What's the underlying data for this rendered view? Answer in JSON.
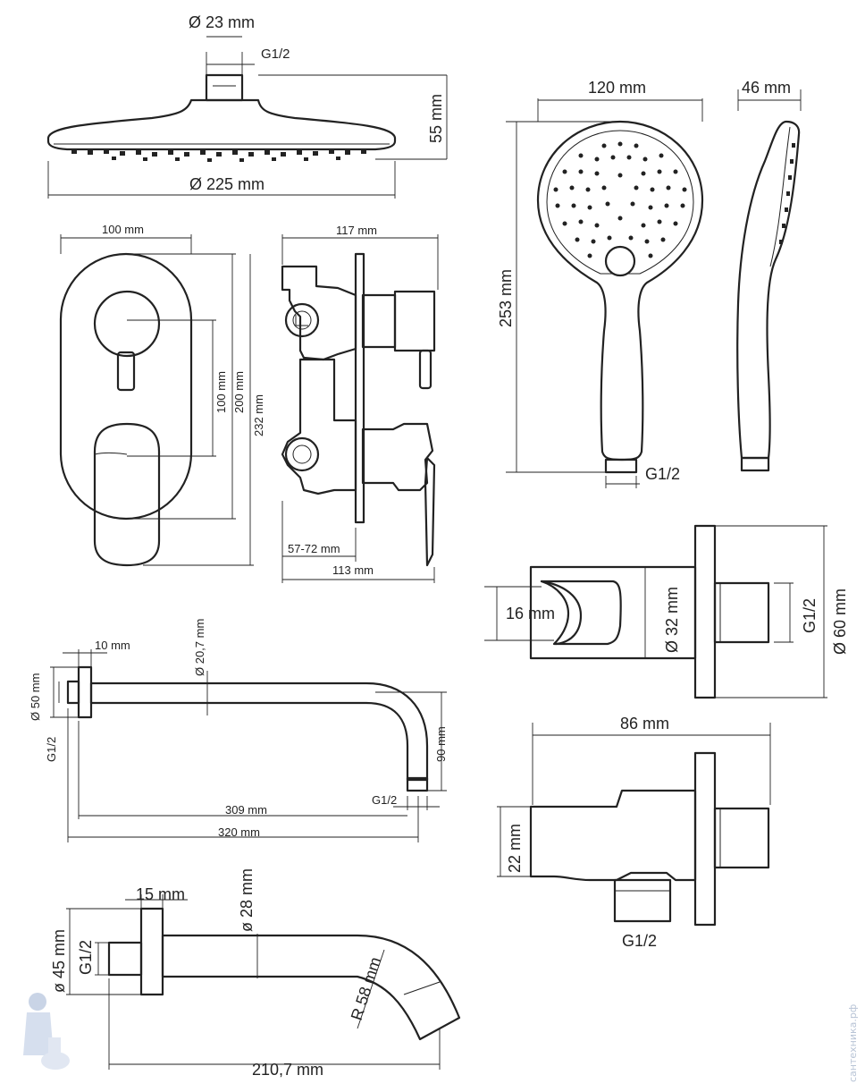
{
  "labels": {
    "head_conn_diam": "Ø 23 mm",
    "head_thread": "G1/2",
    "head_height": "55 mm",
    "head_diam": "Ø 225 mm",
    "hand_width": "120 mm",
    "hand_depth": "46 mm",
    "hand_length": "253 mm",
    "hand_thread": "G1/2",
    "plate_width": "100 mm",
    "plate_outer_height": "232 mm",
    "plate_inner_height": "200 mm",
    "plate_axis_spacing": "100 mm",
    "mixer_depth": "117 mm",
    "mixer_adjust": "57-72 mm",
    "mixer_body": "113 mm",
    "holder_hole": "16 mm",
    "holder_tube": "Ø 32 mm",
    "holder_thread": "G1/2",
    "holder_flange": "Ø 60 mm",
    "arm_flange_thick": "10 mm",
    "arm_tube": "Ø 20,7 mm",
    "arm_flange_diam": "Ø 50 mm",
    "arm_thread_in": "G1/2",
    "arm_drop": "90 mm",
    "arm_thread_out": "G1/2",
    "arm_reach": "309 mm",
    "arm_total": "320 mm",
    "outlet_length": "86 mm",
    "outlet_height": "22 mm",
    "outlet_thread": "G1/2",
    "spout_flange_thick": "15 mm",
    "spout_tube": "ø 28 mm",
    "spout_flange_diam": "ø 45 mm",
    "spout_thread": "G1/2",
    "spout_radius": "R 58 mm",
    "spout_length": "210,7 mm"
  },
  "watermark": "сантехника.рф"
}
